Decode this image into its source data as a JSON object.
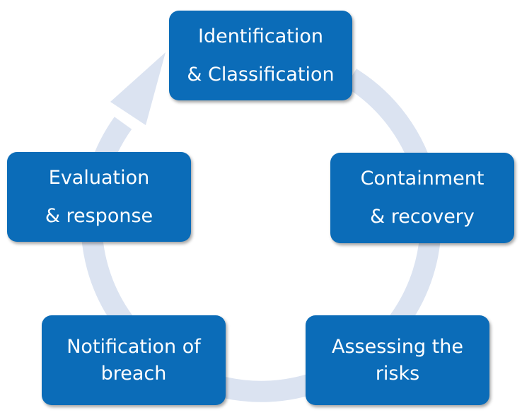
{
  "diagram": {
    "type": "cycle",
    "ring_color": "#dbe3f1",
    "box_color": "#0b6cb8",
    "text_color": "#ffffff",
    "steps": [
      {
        "line1": "Identification",
        "line2": "& Classification"
      },
      {
        "line1": "Containment",
        "line2": "& recovery"
      },
      {
        "line1": "Assessing the",
        "line2": "risks"
      },
      {
        "line1": "Notification of",
        "line2": "breach"
      },
      {
        "line1": "Evaluation",
        "line2": "& response"
      }
    ]
  }
}
